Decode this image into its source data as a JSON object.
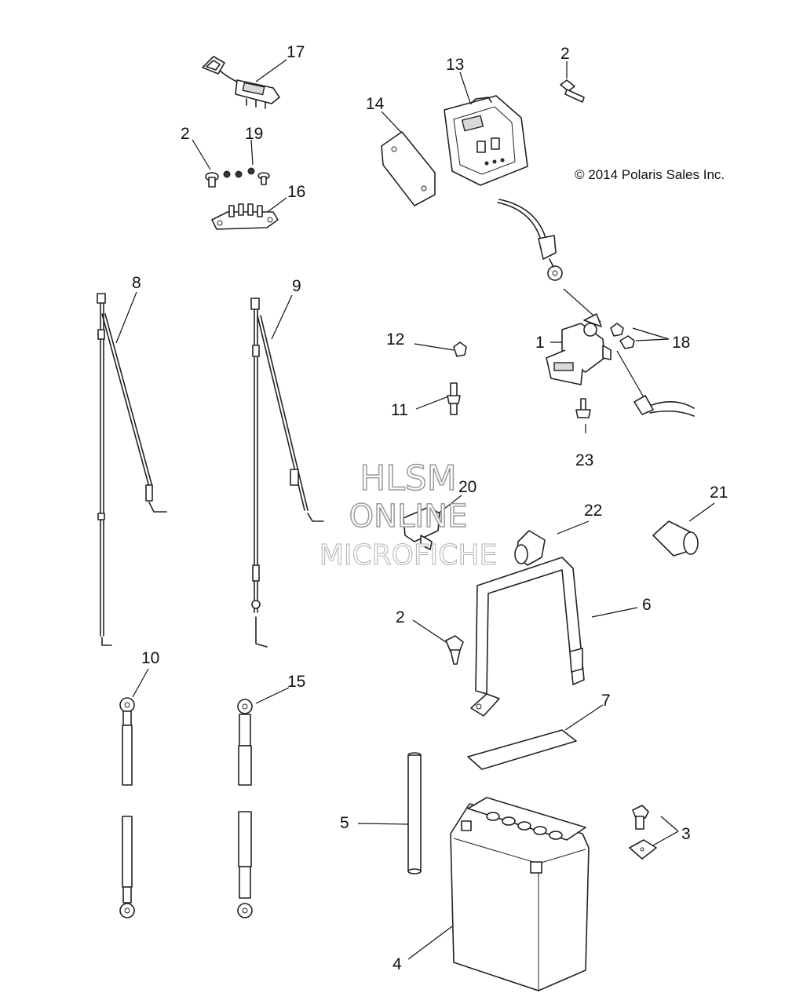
{
  "copyright": "© 2014 Polaris Sales Inc.",
  "watermark": [
    "HLSM",
    "ONLINE",
    "MICROFICHE"
  ],
  "callouts": {
    "c1": "1",
    "c2a": "2",
    "c2b": "2",
    "c2c": "2",
    "c3": "3",
    "c4": "4",
    "c5": "5",
    "c6": "6",
    "c7": "7",
    "c8": "8",
    "c9": "9",
    "c10": "10",
    "c11": "11",
    "c12": "12",
    "c13": "13",
    "c14": "14",
    "c15": "15",
    "c16": "16",
    "c17": "17",
    "c18": "18",
    "c19": "19",
    "c20": "20",
    "c21": "21",
    "c22": "22",
    "c23": "23"
  }
}
